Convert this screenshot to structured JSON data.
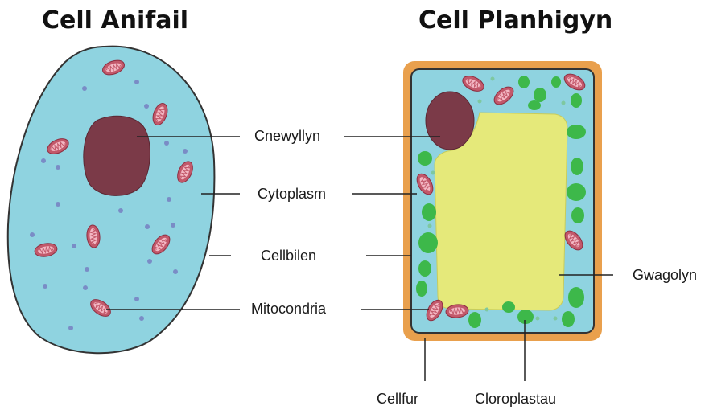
{
  "colors": {
    "cytoplasm": "#8fd3e0",
    "nucleus": "#7b3a48",
    "mitochondria_outer": "#c2586a",
    "mitochondria_inner": "#f3b7c3",
    "cell_wall": "#e9a04d",
    "vacuole": "#e5e97a",
    "chloroplast": "#3db84a",
    "granule": "#7a8cc6",
    "outline": "#333333",
    "leader_line": "#222222"
  },
  "animal_cell": {
    "title": "Cell Anifail",
    "labels": {
      "nucleus": "Cnewyllyn",
      "cytoplasm": "Cytoplasm",
      "membrane": "Cellbilen",
      "mitochondria": "Mitocondria"
    }
  },
  "plant_cell": {
    "title": "Cell Planhigyn",
    "labels": {
      "vacuole": "Gwagolyn",
      "cell_wall": "Cellfur",
      "chloroplasts": "Cloroplastau"
    }
  }
}
